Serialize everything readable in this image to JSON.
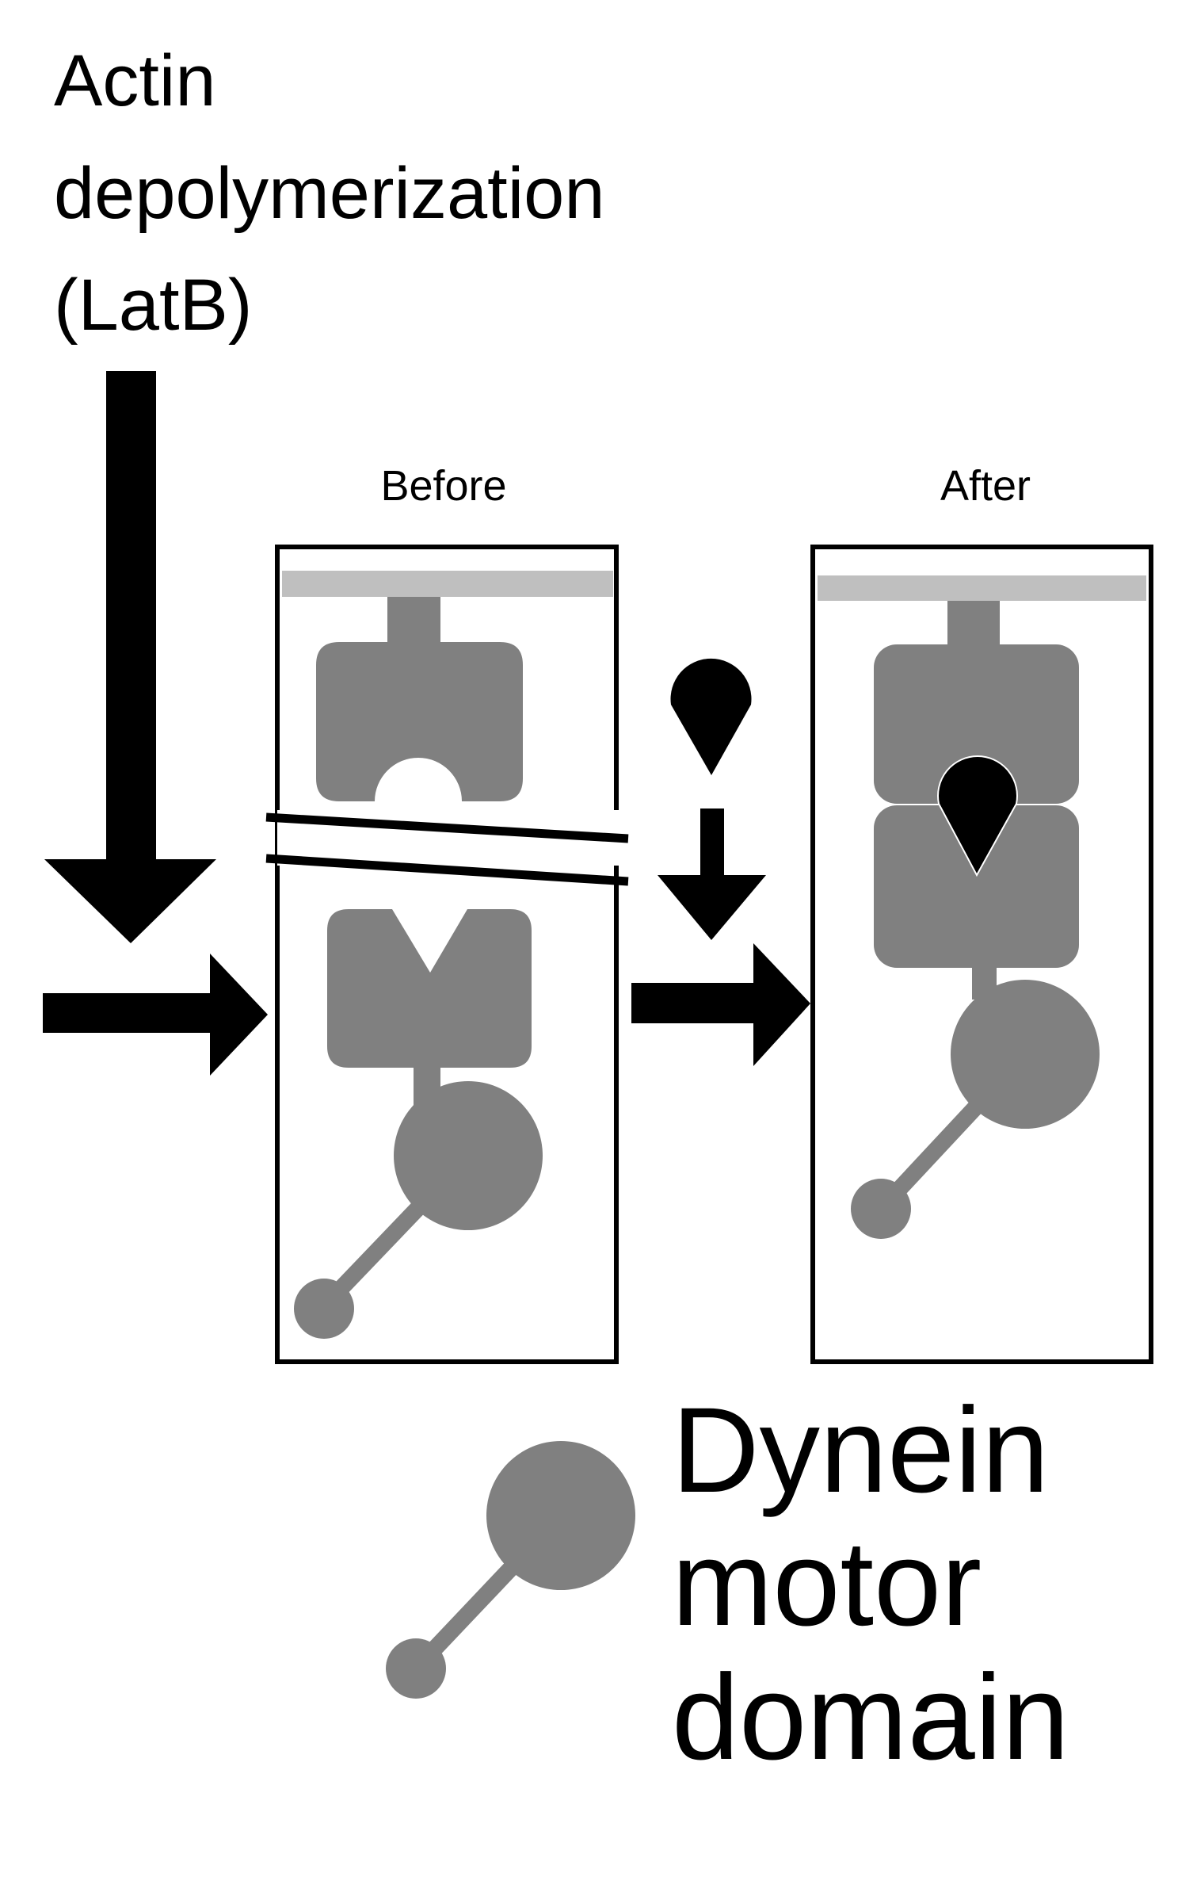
{
  "treatment": {
    "line1": "Actin",
    "line2": "depolymerization",
    "line3": "(LatB)"
  },
  "panels": {
    "before_label": "Before",
    "after_label": "After"
  },
  "legend": {
    "line1": "Dynein",
    "line2": "motor",
    "line3": "domain"
  },
  "colors": {
    "protein": "#808080",
    "membrane": "#bfbfbf",
    "ink": "#000000",
    "background": "#ffffff"
  },
  "icons": {
    "ligand": "teardrop-ligand-icon",
    "dynein": "dynein-motor-icon",
    "arrow": "block-arrow-icon"
  }
}
